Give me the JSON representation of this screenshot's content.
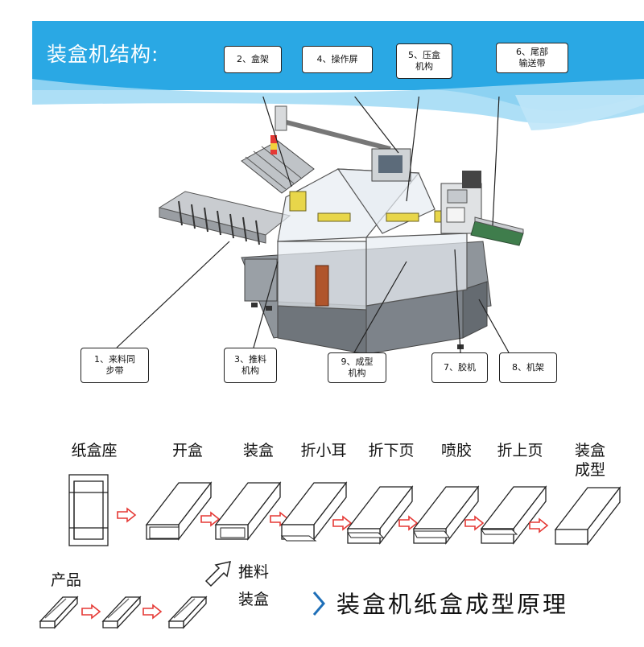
{
  "header": {
    "title": "装盒机结构:",
    "colors": {
      "banner": "#2aa8e4",
      "banner_light": "#9fd9f5"
    }
  },
  "callouts": [
    {
      "id": "2",
      "label": "2、盒架"
    },
    {
      "id": "4",
      "label": "4、操作屏"
    },
    {
      "id": "5",
      "label": "5、压盒\n机构"
    },
    {
      "id": "6",
      "label": "6、尾部\n输送带"
    },
    {
      "id": "1",
      "label": "1、来料同\n步带"
    },
    {
      "id": "3",
      "label": "3、推料\n机构"
    },
    {
      "id": "9",
      "label": "9、成型\n机构"
    },
    {
      "id": "7",
      "label": "7、胶机"
    },
    {
      "id": "8",
      "label": "8、机架"
    }
  ],
  "process": {
    "steps": [
      "纸盒座",
      "开盒",
      "装盒",
      "折小耳",
      "折下页",
      "喷胶",
      "折上页",
      "装盒\n成型"
    ],
    "product_label": "产品",
    "push_label": "推料\n装盒",
    "title": "装盒机纸盒成型原理",
    "colors": {
      "arrow": "#e53935",
      "chevron": "#1e6fb8"
    }
  }
}
